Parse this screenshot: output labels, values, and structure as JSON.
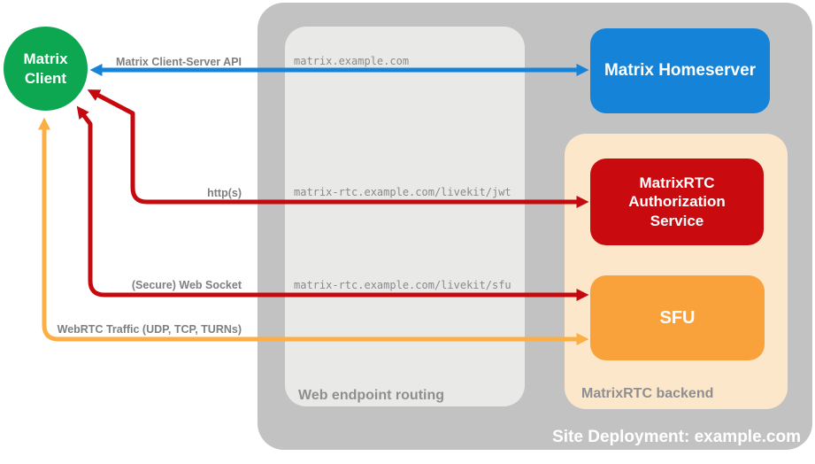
{
  "diagram": {
    "site_label": "Site Deployment: example.com",
    "nodes": {
      "client": "Matrix Client",
      "homeserver": "Matrix Homeserver",
      "auth_service": "MatrixRTC Authorization Service",
      "sfu": "SFU"
    },
    "containers": {
      "web_routing": "Web endpoint routing",
      "backend": "MatrixRTC backend"
    },
    "routes": {
      "homeserver": "matrix.example.com",
      "jwt": "matrix-rtc.example.com/livekit/jwt",
      "sfu": "matrix-rtc.example.com/livekit/sfu"
    },
    "arrows": {
      "client_server_api": "Matrix Client-Server API",
      "https": "http(s)",
      "websocket": "(Secure) Web Socket",
      "webrtc": "WebRTC Traffic (UDP, TCP, TURNs)"
    },
    "colors": {
      "client_green": "#0ca750",
      "homeserver_blue": "#1583d8",
      "auth_red": "#c90b0f",
      "arrow_red": "#c40a0e",
      "sfu_orange": "#f9a23c",
      "arrow_orange": "#fbaf45",
      "backend_peach": "#fce7cb",
      "site_gray": "#c2c2c2",
      "routing_gray": "#e9e9e8"
    }
  }
}
